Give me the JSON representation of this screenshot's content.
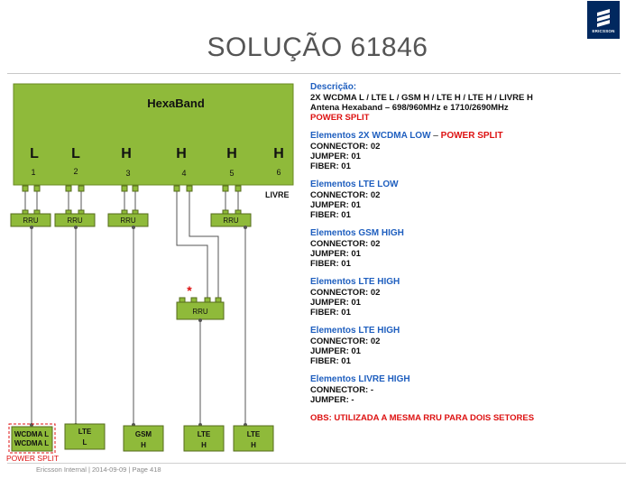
{
  "title": "SOLUÇÃO 61846",
  "logo": {
    "wordmark": "ERICSSON",
    "icon": "ericsson-logo-icon"
  },
  "panel": {
    "name": "HexaBand",
    "bands": [
      {
        "letter": "L",
        "num": "1"
      },
      {
        "letter": "L",
        "num": "2"
      },
      {
        "letter": "H",
        "num": "3"
      },
      {
        "letter": "H",
        "num": "4"
      },
      {
        "letter": "H",
        "num": "5"
      },
      {
        "letter": "H",
        "num": "6"
      }
    ],
    "livre_label": "LIVRE"
  },
  "rrus": [
    "RRU",
    "RRU",
    "RRU",
    "RRU",
    "RRU"
  ],
  "star": "*",
  "bottom_boxes": [
    {
      "l1": "WCDMA L",
      "l2": "WCDMA L"
    },
    {
      "l1": "LTE",
      "l2": "L"
    },
    {
      "l1": "GSM",
      "l2": "H"
    },
    {
      "l1": "LTE",
      "l2": "H"
    },
    {
      "l1": "LTE",
      "l2": "H"
    }
  ],
  "power_split_label": "POWER SPLIT",
  "description": {
    "title": "Descrição:",
    "line1": "2X WCDMA L / LTE L / GSM H / LTE H / LTE H / LIVRE H",
    "line2": "Antena Hexaband – 698/960MHz  e  1710/2690MHz",
    "line3": "POWER SPLIT"
  },
  "sections": [
    {
      "head": "Elementos 2X WCDMA LOW",
      "head_sep": " – ",
      "head_red": "POWER SPLIT",
      "lines": [
        "CONNECTOR: 02",
        "JUMPER: 01",
        "FIBER: 01"
      ]
    },
    {
      "head": "Elementos LTE LOW",
      "lines": [
        "CONNECTOR: 02",
        "JUMPER: 01",
        "FIBER: 01"
      ]
    },
    {
      "head": "Elementos GSM HIGH",
      "lines": [
        "CONNECTOR: 02",
        "JUMPER: 01",
        "FIBER: 01"
      ]
    },
    {
      "head": "Elementos LTE HIGH",
      "lines": [
        "CONNECTOR: 02",
        "JUMPER: 01",
        "FIBER: 01"
      ]
    },
    {
      "head": "Elementos LTE HIGH",
      "lines": [
        "CONNECTOR: 02",
        "JUMPER: 01",
        "FIBER: 01"
      ]
    },
    {
      "head": "Elementos LIVRE HIGH",
      "lines": [
        "CONNECTOR: -",
        "JUMPER: -"
      ]
    }
  ],
  "obs": "OBS: UTILIZADA A MESMA RRU PARA DOIS SETORES",
  "footer": "Ericsson Internal  |  2014-09-09  |  Page 418",
  "colors": {
    "green": "#8fba3a",
    "green_dark": "#6a8a22",
    "blue": "#1f5fbf",
    "red": "#dd1111"
  }
}
